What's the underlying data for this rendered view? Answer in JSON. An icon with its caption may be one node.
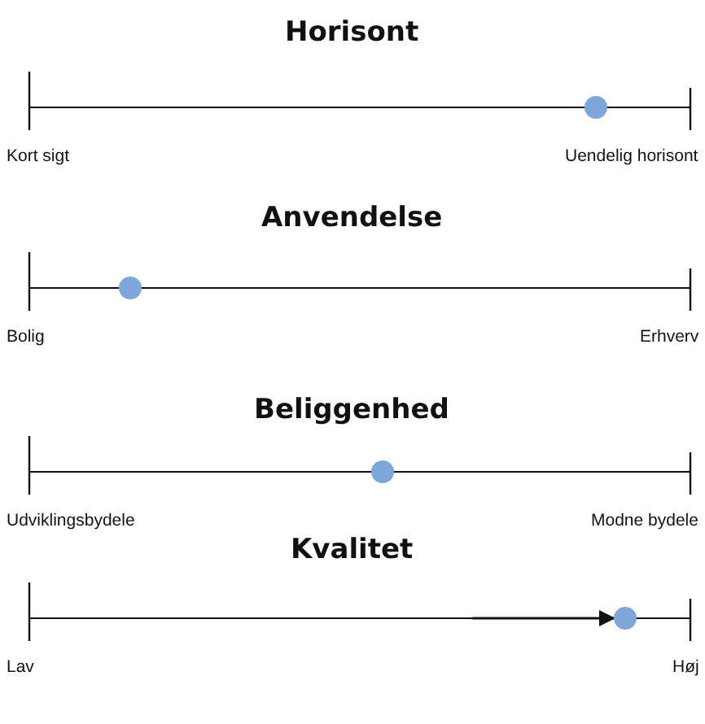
{
  "diagram": {
    "nodes": [
      {
        "text": [],
        "shape": "circle"
      },
      {
        "text": [],
        "shape": "circle"
      },
      {
        "text": [],
        "shape": "circle"
      },
      {
        "text": [],
        "shape": "circle"
      }
    ],
    "edges": [
      {
        "from": null,
        "to": 3,
        "arrow": "to"
      }
    ],
    "labels": [
      "Horisont",
      "Kort sigt",
      "Uendelig horisont",
      "Anvendelse",
      "Bolig",
      "Erhverv",
      "Beliggenhed",
      "Udviklingsbydele",
      "Modne bydele",
      "Kvalitet",
      "Lav",
      "Høj"
    ]
  }
}
